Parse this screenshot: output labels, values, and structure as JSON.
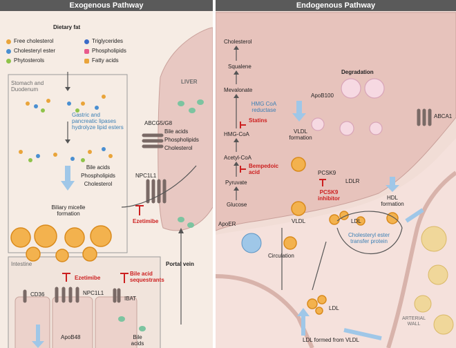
{
  "headers": {
    "exogenous": "Exogenous Pathway",
    "endogenous": "Endogenous Pathway"
  },
  "exo": {
    "dietary_fat": "Dietary fat",
    "legend": {
      "free_cholesterol": "Free cholesterol",
      "cholesteryl_ester": "Cholesteryl ester",
      "phytosterols": "Phytosterols",
      "triglycerides": "Triglycerides",
      "phospholipids": "Phospholipids",
      "fatty_acids": "Fatty acids"
    },
    "stomach": "Stomach and Duodenum",
    "lipases": "Gastric and pancreatic lipases hydrolyze lipid esters",
    "bile1": "Bile acids",
    "bile2": "Phospholipids",
    "bile3": "Cholesterol",
    "micelle": "Biliary micelle formation",
    "intestine": "Intestine",
    "cd36": "CD36",
    "npc1l1_int": "NPC1L1",
    "ibat": "IBAT",
    "apob48": "ApoB48",
    "bile_acids_bottom": "Bile acids",
    "ezetimibe1": "Ezetimibe",
    "ezetimibe2": "Ezetimibe",
    "bile_seq": "Bile acid sequestrants",
    "abcg": "ABCG5/G8",
    "abcg_out1": "Bile acids",
    "abcg_out2": "Phospholipids",
    "abcg_out3": "Cholesterol",
    "npc1l1_liver": "NPC1L1",
    "liver": "LIVER",
    "portal_vein": "Portal vein"
  },
  "endo": {
    "chol": "Cholesterol",
    "squalene": "Squalene",
    "mevalonate": "Mevalonate",
    "hmgr": "HMG CoA reductase",
    "statins": "Statins",
    "hmgcoa": "HMG-CoA",
    "acetyl": "Acetyl-CoA",
    "bempedoic": "Bempedoic acid",
    "pyruvate": "Pyruvate",
    "glucose": "Glucose",
    "apob100": "ApoB100",
    "degradation": "Degradation",
    "abca1": "ABCA1",
    "vldl_form": "VLDL formation",
    "pcsk9": "PCSK9",
    "ldlr": "LDLR",
    "pcsk9_inh": "PCSK9 inhibitor",
    "hdl_form": "HDL formation",
    "apoer": "ApoER",
    "vldl": "VLDL",
    "ldl1": "LDL",
    "cetp": "Cholesteryl ester transfer protein",
    "circulation": "Circulation",
    "ldl2": "LDL",
    "arterial": "ARTERIAL WALL",
    "ldl_formed": "LDL formed from VLDL"
  }
}
